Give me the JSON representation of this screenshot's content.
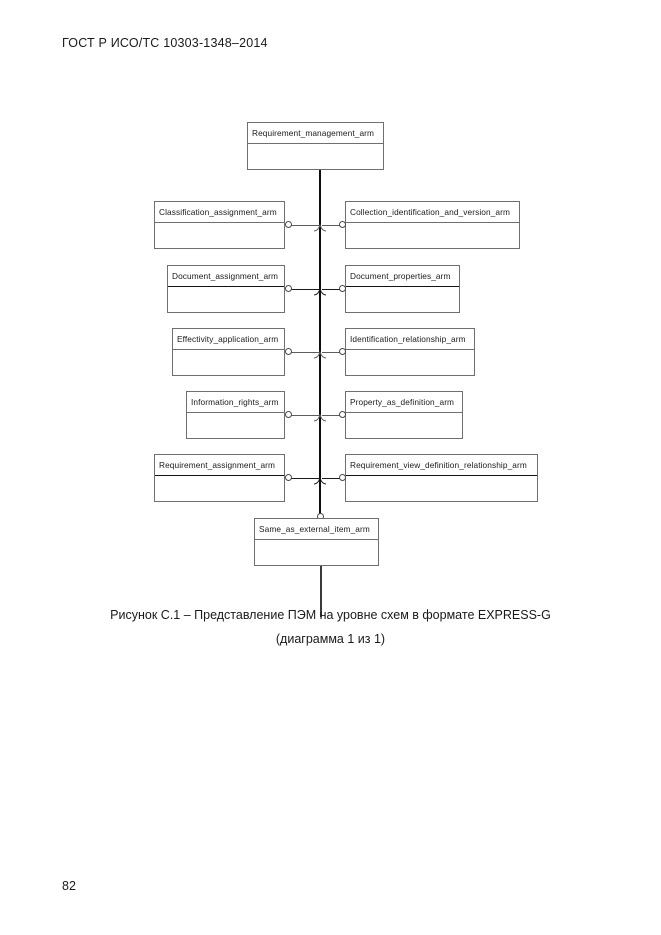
{
  "document": {
    "header": "ГОСТ Р ИСО/ТС 10303-1348–2014",
    "page_number": "82"
  },
  "figure": {
    "caption_line1": "Рисунок  С.1 – Представление ПЭМ на уровне схем в формате EXPRESS-G",
    "caption_line2": "(диаграмма 1 из 1)"
  },
  "diagram": {
    "type": "EXPRESS-G schema level diagram",
    "root": {
      "label": "Requirement_management_arm"
    },
    "rows": [
      {
        "left": {
          "label": "Classification_assignment_arm"
        },
        "right": {
          "label": "Collection_identification_and_version_arm"
        }
      },
      {
        "left": {
          "label": "Document_assignment_arm"
        },
        "right": {
          "label": "Document_properties_arm"
        }
      },
      {
        "left": {
          "label": "Effectivity_application_arm"
        },
        "right": {
          "label": "Identification_relationship_arm"
        }
      },
      {
        "left": {
          "label": "Information_rights_arm"
        },
        "right": {
          "label": "Property_as_definition_arm"
        }
      },
      {
        "left": {
          "label": "Requirement_assignment_arm"
        },
        "right": {
          "label": "Requirement_view_definition_relationship_arm"
        }
      }
    ],
    "bottom": {
      "label": "Same_as_external_item_arm"
    }
  }
}
